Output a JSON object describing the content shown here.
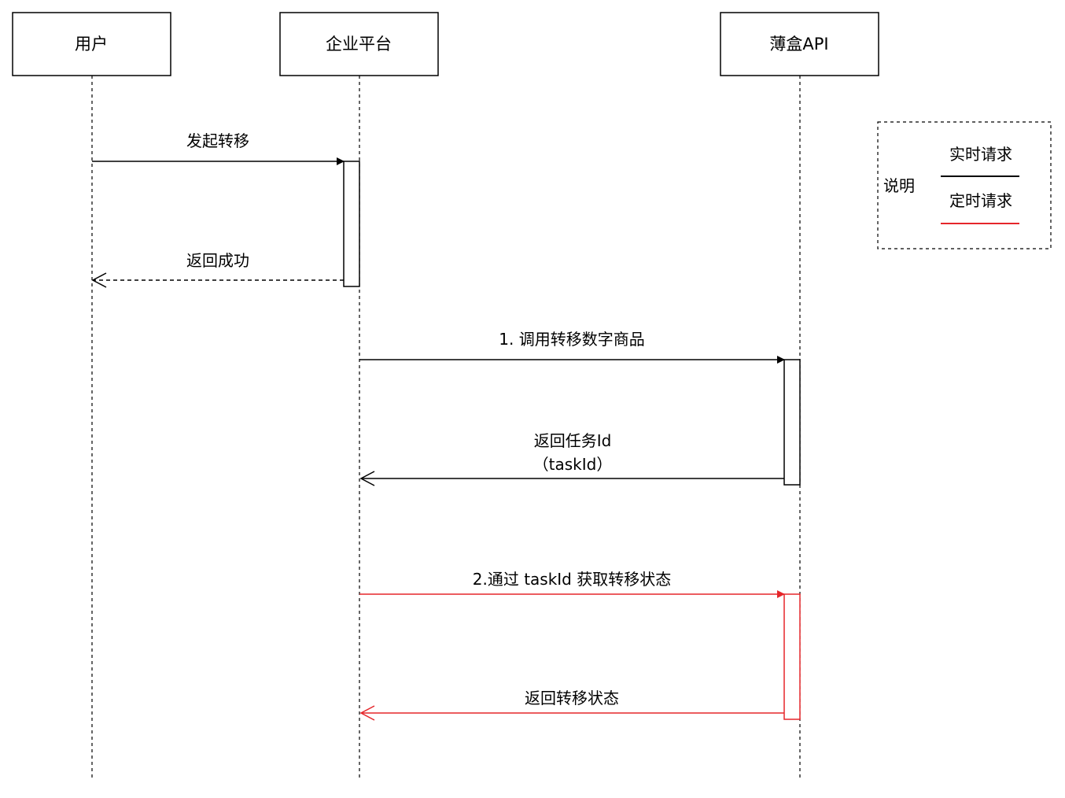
{
  "participants": {
    "user": {
      "label": "用户"
    },
    "platform": {
      "label": "企业平台"
    },
    "api": {
      "label": "薄盒API"
    }
  },
  "messages": {
    "initiate_transfer": {
      "label": "发起转移"
    },
    "return_success": {
      "label": "返回成功"
    },
    "call_transfer": {
      "label": "1. 调用转移数字商品"
    },
    "return_task_id": {
      "line1": "返回任务Id",
      "line2": "（taskId）"
    },
    "query_status": {
      "label": "2.通过 taskId 获取转移状态"
    },
    "return_status": {
      "label": "返回转移状态"
    }
  },
  "legend": {
    "title": "说明",
    "realtime": {
      "label": "实时请求",
      "color": "#000000"
    },
    "scheduled": {
      "label": "定时请求",
      "color": "#e5262a"
    }
  },
  "colors": {
    "realtime": "#000000",
    "scheduled": "#e5262a"
  }
}
